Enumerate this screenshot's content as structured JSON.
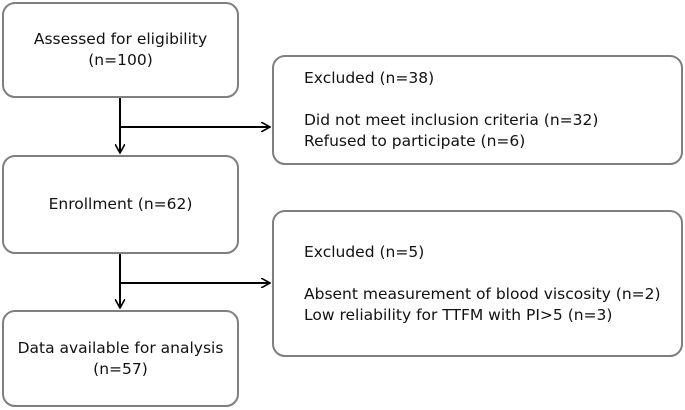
{
  "boxes": {
    "assessed": {
      "line1": "Assessed for eligibility",
      "line2": "(n=100)"
    },
    "excluded1": {
      "title": "Excluded (n=38)",
      "item1": "Did not meet inclusion criteria (n=32)",
      "item2": "Refused to participate (n=6)"
    },
    "enrollment": {
      "line1": "Enrollment (n=62)"
    },
    "excluded2": {
      "title": "Excluded (n=5)",
      "item1": "Absent measurement of blood viscosity (n=2)",
      "item2": "Low reliability for TTFM with PI>5 (n=3)"
    },
    "analysis": {
      "line1": "Data available for analysis",
      "line2": "(n=57)"
    }
  },
  "colors": {
    "border": "#7f7f7f",
    "arrow": "#000000",
    "text": "#111111"
  }
}
